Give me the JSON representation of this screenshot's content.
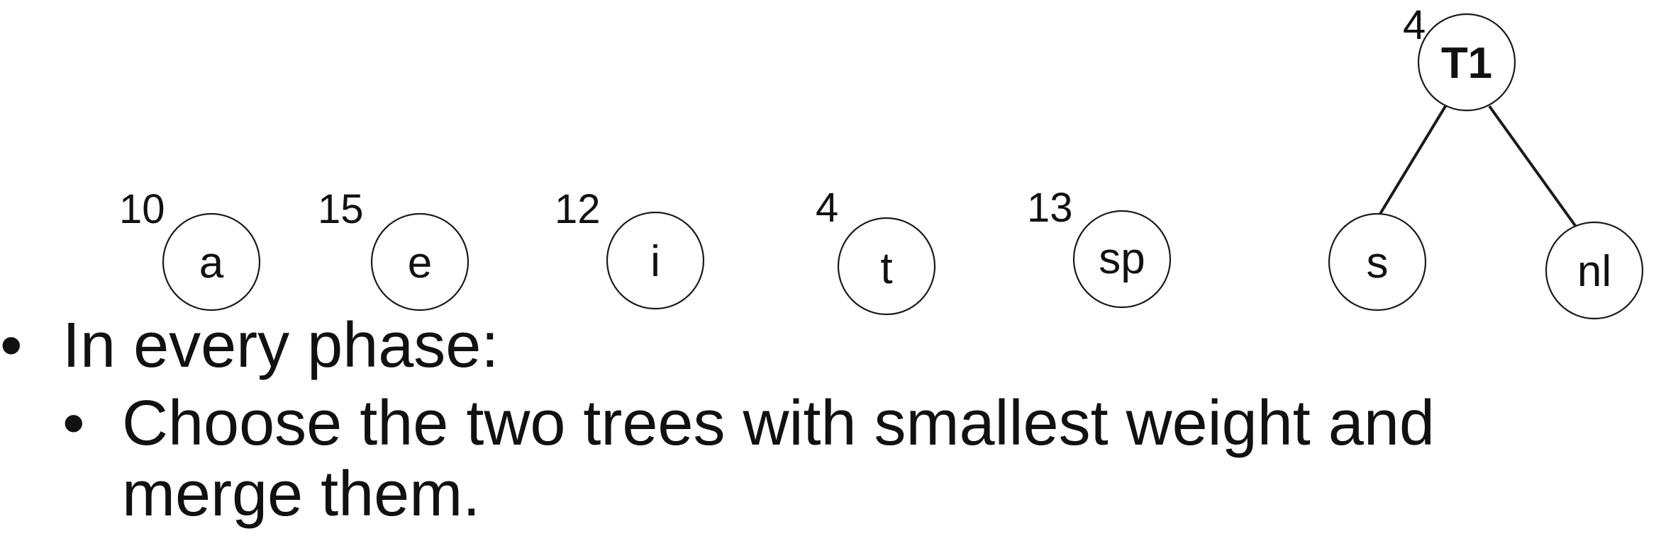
{
  "leaf_nodes": [
    {
      "label": "a",
      "weight": "10"
    },
    {
      "label": "e",
      "weight": "15"
    },
    {
      "label": "i",
      "weight": "12"
    },
    {
      "label": "t",
      "weight": "4"
    },
    {
      "label": "sp",
      "weight": "13"
    }
  ],
  "merged_tree": {
    "root": {
      "label": "T1",
      "weight": "4"
    },
    "children": [
      {
        "label": "s"
      },
      {
        "label": "nl"
      }
    ]
  },
  "bullets": {
    "level1": {
      "marker": "•",
      "text": "In every phase:"
    },
    "level2": {
      "marker": "•",
      "text": "Choose the two trees with smallest weight and merge them."
    }
  }
}
